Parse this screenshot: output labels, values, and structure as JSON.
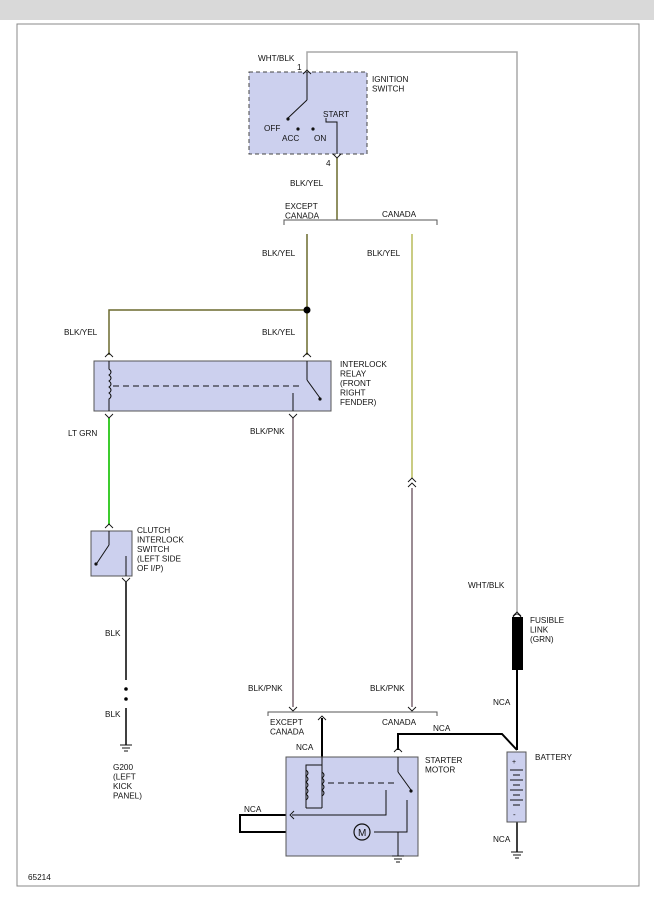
{
  "diagram_id": "65214",
  "components": {
    "ignition_switch": {
      "name": "IGNITION\nSWITCH",
      "positions": [
        "OFF",
        "ACC",
        "ON",
        "START"
      ],
      "pin_top": "1",
      "pin_bottom": "4"
    },
    "interlock_relay": {
      "name": "INTERLOCK\nRELAY\n(FRONT\nRIGHT\nFENDER)"
    },
    "clutch_switch": {
      "name": "CLUTCH\nINTERLOCK\nSWITCH\n(LEFT SIDE\nOF I/P)"
    },
    "fusible_link": {
      "name": "FUSIBLE\nLINK\n(GRN)"
    },
    "battery": {
      "name": "BATTERY"
    },
    "starter_motor": {
      "name": "STARTER\nMOTOR",
      "motor_symbol": "M"
    },
    "ground": {
      "name": "G200\n(LEFT\nKICK\nPANEL)"
    }
  },
  "splits": {
    "top_left": "EXCEPT\nCANADA",
    "top_right": "CANADA",
    "bottom_left": "EXCEPT\nCANADA",
    "bottom_right": "CANADA"
  },
  "wire_labels": {
    "wht_blk_top": "WHT/BLK",
    "blk_yel_ign": "BLK/YEL",
    "blk_yel_except": "BLK/YEL",
    "blk_yel_canada": "BLK/YEL",
    "blk_yel_relay_left": "BLK/YEL",
    "blk_yel_relay_right": "BLK/YEL",
    "lt_grn": "LT GRN",
    "blk_pnk_relay": "BLK/PNK",
    "blk_upper": "BLK",
    "blk_lower": "BLK",
    "wht_blk_right": "WHT/BLK",
    "nca_fuse": "NCA",
    "blk_pnk_bottom_left": "BLK/PNK",
    "blk_pnk_bottom_right": "BLK/PNK",
    "nca_top": "NCA",
    "nca_starter": "NCA",
    "nca_left": "NCA",
    "nca_battery_bottom": "NCA"
  },
  "colors": {
    "blk_yel": "#6b6a2e",
    "canada_yel": "#b8bb5a",
    "lt_grn": "#3dcc2e",
    "blk_pnk": "#7a6670",
    "wht_blk": "#a8a8a8",
    "black": "#000000",
    "box_fill": "#ccd0ee"
  }
}
